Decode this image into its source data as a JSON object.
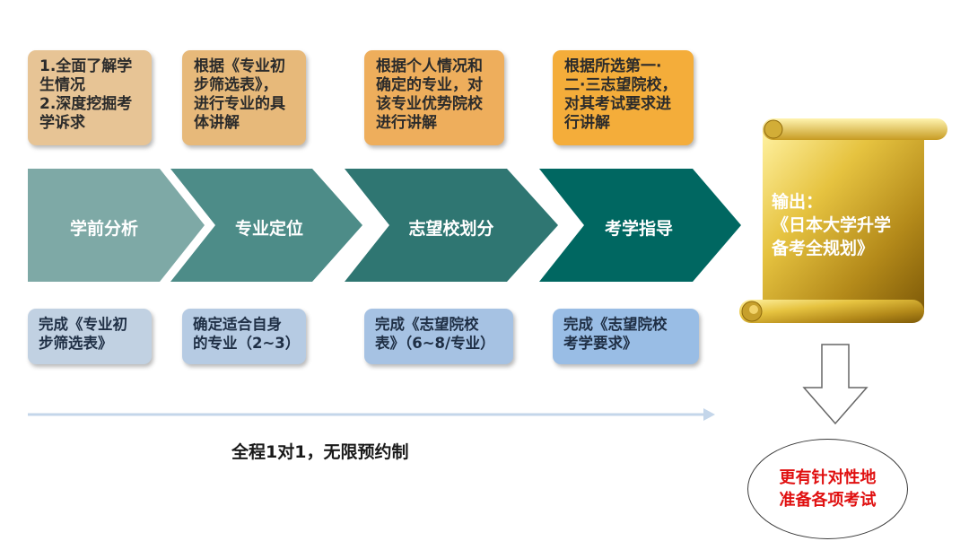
{
  "top_notes": [
    {
      "text": "1.全面了解学\n生情况\n2.深度挖掘考\n学诉求",
      "color": "#e7c495"
    },
    {
      "text": "根据《专业初\n步筛选表》，\n进行专业的具\n体讲解",
      "color": "#e7b97a"
    },
    {
      "text": "根据个人情况和\n确定的专业，对\n该专业优势院校\n进行讲解",
      "color": "#eeae5c"
    },
    {
      "text": "根据所选第一·\n二·三志望院校，\n对其考试要求进\n行讲解",
      "color": "#f4ad3a"
    }
  ],
  "steps": [
    {
      "label": "学前分析",
      "color": "#7ea9a6"
    },
    {
      "label": "专业定位",
      "color": "#4d8c88"
    },
    {
      "label": "志望校划分",
      "color": "#2f7672"
    },
    {
      "label": "考学指导",
      "color": "#006761"
    }
  ],
  "bottom_notes": [
    {
      "text": "完成《专业初\n步筛选表》",
      "color": "#c1d1e2"
    },
    {
      "text": "确定适合自身\n的专业（2~3）",
      "color": "#b6cbe3"
    },
    {
      "text": "完成《志望院校\n表》（6~8/专业）",
      "color": "#a6c2e3"
    },
    {
      "text": "完成《志望院校\n考学要求》",
      "color": "#99bde5"
    }
  ],
  "output": {
    "lines": [
      "输出：",
      "《日本大学升学",
      "备考全规划》"
    ]
  },
  "slogan": "全程1对1，无限预约制",
  "result": {
    "lines": [
      "更有针对性地",
      "准备各项考试"
    ]
  },
  "colors": {
    "timeline": "#c4d6ea",
    "scroll_gold_light": "#f7e27a",
    "scroll_gold_dark": "#8f6a0c",
    "result_text": "#e01010"
  }
}
